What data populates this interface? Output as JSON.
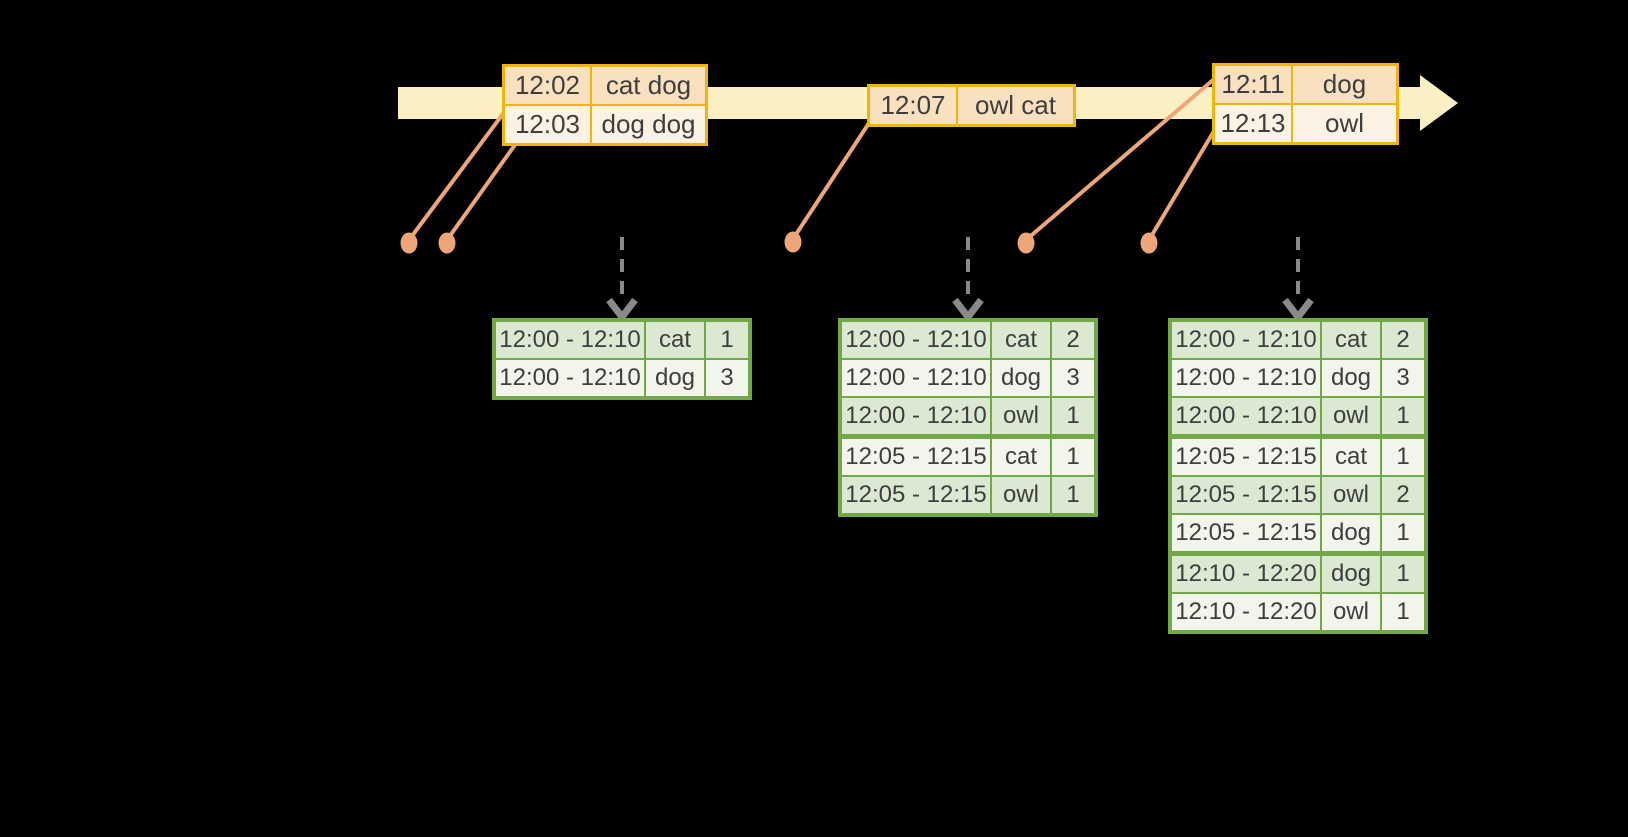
{
  "diagram": {
    "description": "timeline-of-events-with-windowed-word-count-result-tables",
    "timeline": {
      "event_tables": [
        {
          "rows": [
            {
              "time": "12:02",
              "words": "cat dog"
            },
            {
              "time": "12:03",
              "words": "dog dog"
            }
          ]
        },
        {
          "rows": [
            {
              "time": "12:07",
              "words": "owl cat"
            }
          ]
        },
        {
          "rows": [
            {
              "time": "12:11",
              "words": "dog"
            },
            {
              "time": "12:13",
              "words": "owl"
            }
          ]
        }
      ],
      "event_dot_count": 5,
      "trigger_arrow_count": 3
    },
    "results": {
      "tables": [
        {
          "rows": [
            {
              "window": "12:00 - 12:10",
              "word": "cat",
              "count": 1
            },
            {
              "window": "12:00 - 12:10",
              "word": "dog",
              "count": 3
            }
          ]
        },
        {
          "rows": [
            {
              "window": "12:00 - 12:10",
              "word": "cat",
              "count": 2
            },
            {
              "window": "12:00 - 12:10",
              "word": "dog",
              "count": 3
            },
            {
              "window": "12:00 - 12:10",
              "word": "owl",
              "count": 1
            },
            {
              "window": "12:05 - 12:15",
              "word": "cat",
              "count": 1
            },
            {
              "window": "12:05 - 12:15",
              "word": "owl",
              "count": 1
            }
          ]
        },
        {
          "rows": [
            {
              "window": "12:00 - 12:10",
              "word": "cat",
              "count": 2
            },
            {
              "window": "12:00 - 12:10",
              "word": "dog",
              "count": 3
            },
            {
              "window": "12:00 - 12:10",
              "word": "owl",
              "count": 1
            },
            {
              "window": "12:05 - 12:15",
              "word": "cat",
              "count": 1
            },
            {
              "window": "12:05 - 12:15",
              "word": "owl",
              "count": 2
            },
            {
              "window": "12:05 - 12:15",
              "word": "dog",
              "count": 1
            },
            {
              "window": "12:10 - 12:20",
              "word": "dog",
              "count": 1
            },
            {
              "window": "12:10 - 12:20",
              "word": "owl",
              "count": 1
            }
          ]
        }
      ]
    },
    "colors": {
      "background": "#000000",
      "timeline_band": "#FBF0C4",
      "event_table_border": "#F0B40D",
      "event_row_dark": "#F9E0BE",
      "event_row_light": "#FCF2E3",
      "dot_and_line": "#ECA678",
      "trigger_arrow": "#8A8A8A",
      "result_table_border": "#72A845",
      "result_row_dark": "#DCE9D2",
      "result_row_light": "#F1F5EC",
      "text": "#3E3E3E"
    }
  }
}
